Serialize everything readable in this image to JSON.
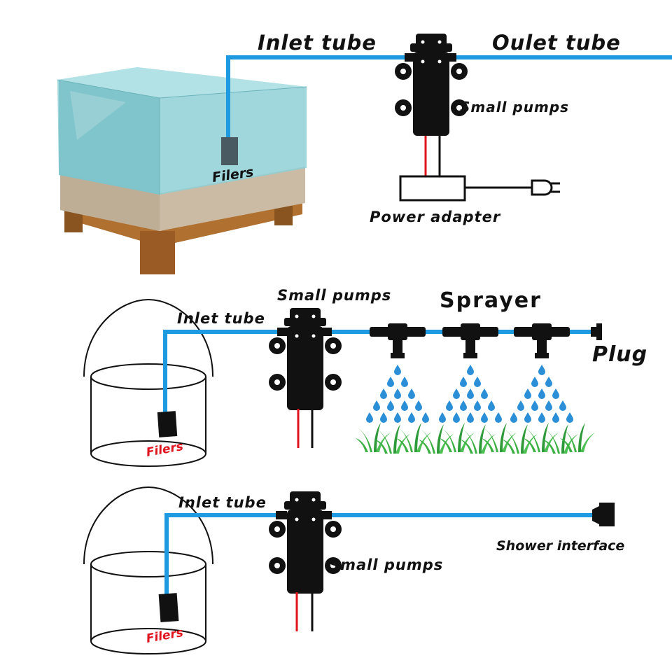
{
  "colors": {
    "tube": "#1e9be0",
    "pump": "#111111",
    "wire_red": "#e0141e",
    "wire_black": "#111111",
    "water_drop": "#2a8fd6",
    "grass": "#3cb043",
    "tank_glass": "#8fd0d6",
    "gravel": "#cbbba5",
    "wood": "#a86a2c",
    "filter_label_red": "#e0141e"
  },
  "scene_top": {
    "inlet_label": "Inlet tube",
    "outlet_label": "Oulet tube",
    "filter_label": "Filers",
    "pump_label": "Small pumps",
    "adapter_label": "Power adapter",
    "plug_icon": "power-plug-icon"
  },
  "scene_middle": {
    "inlet_label": "Inlet tube",
    "pump_label": "Small pumps",
    "sprayer_label": "Sprayer",
    "plug_label": "Plug",
    "filter_label": "Filers",
    "sprayer_count": 3
  },
  "scene_bottom": {
    "inlet_label": "Inlet tube",
    "pump_label": "Small pumps",
    "shower_label": "Shower interface",
    "filter_label": "Filers"
  }
}
